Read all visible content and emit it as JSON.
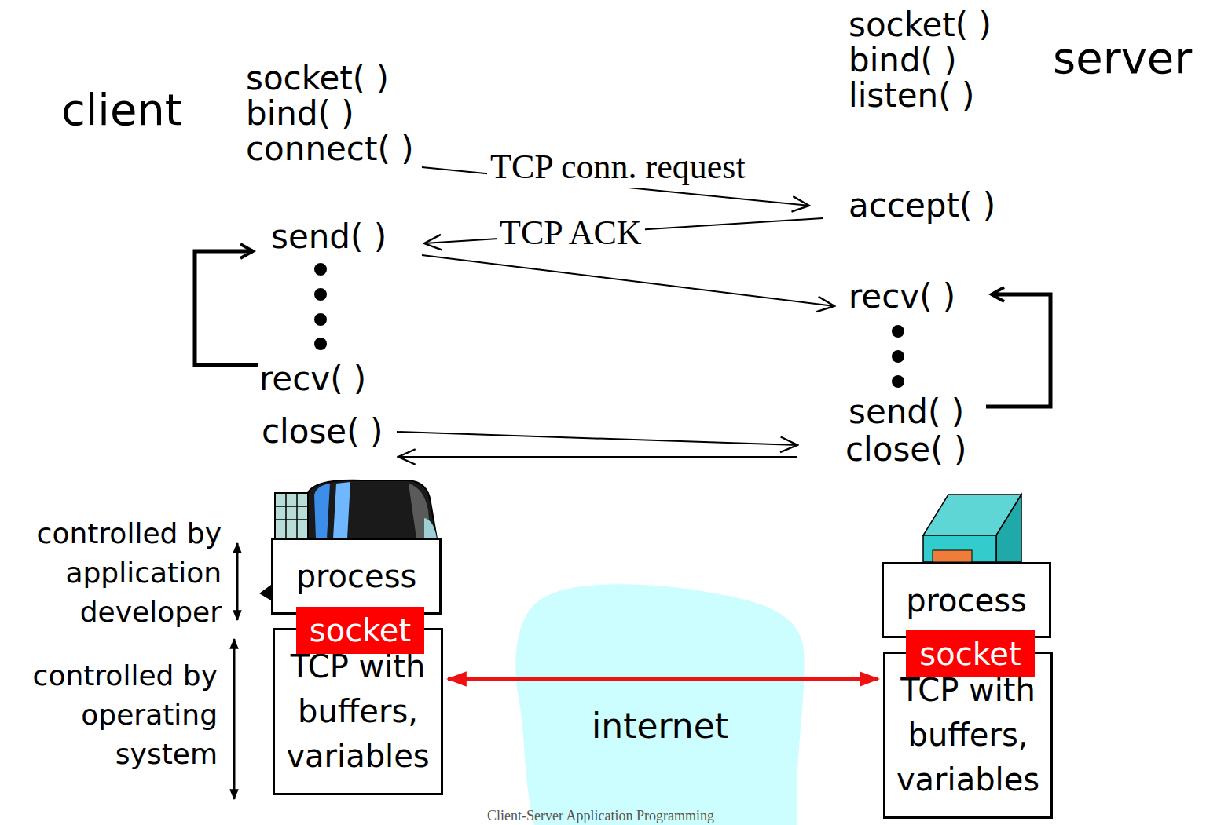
{
  "diagram": {
    "caption": "Client-Server Application Programming",
    "nodes": [
      {
        "text": [
          "process"
        ]
      },
      {
        "text": [
          "socket"
        ]
      },
      {
        "text": [
          "TCP with buffers, variables"
        ]
      },
      {
        "text": [
          "internet"
        ]
      },
      {
        "text": [
          "process"
        ]
      },
      {
        "text": [
          "socket"
        ]
      },
      {
        "text": [
          "TCP with buffers, variables"
        ]
      }
    ],
    "edges": [
      {
        "from": 2,
        "to": 6,
        "arrow": "both"
      }
    ],
    "labels": [
      "client",
      "socket( )",
      "bind( )",
      "connect( )",
      "TCP conn. request",
      "send( )",
      "TCP ACK",
      "recv( )",
      "close( )",
      "socket( )",
      "bind( )",
      "listen( )",
      "server",
      "accept( )",
      "recv( )",
      "send( )",
      "close( )",
      "controlled by application developer",
      "controlled by operating system"
    ]
  }
}
